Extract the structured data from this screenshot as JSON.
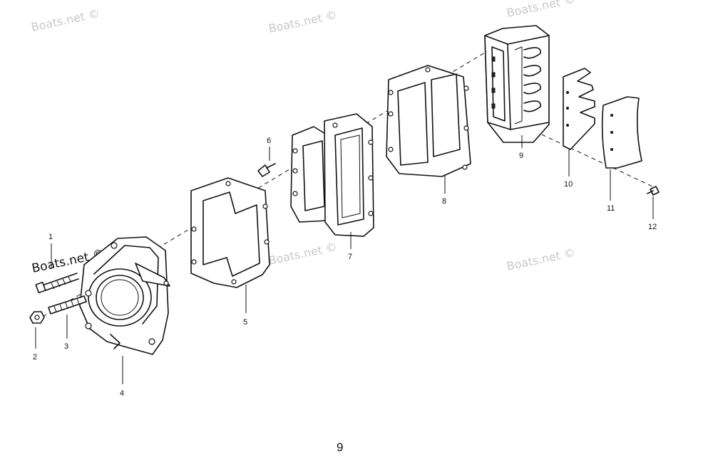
{
  "watermark": {
    "text": "Boats.net ©"
  },
  "page": {
    "number": "9"
  },
  "callouts": [
    "1",
    "2",
    "3",
    "4",
    "5",
    "6",
    "7",
    "8",
    "9",
    "10",
    "11",
    "12"
  ]
}
